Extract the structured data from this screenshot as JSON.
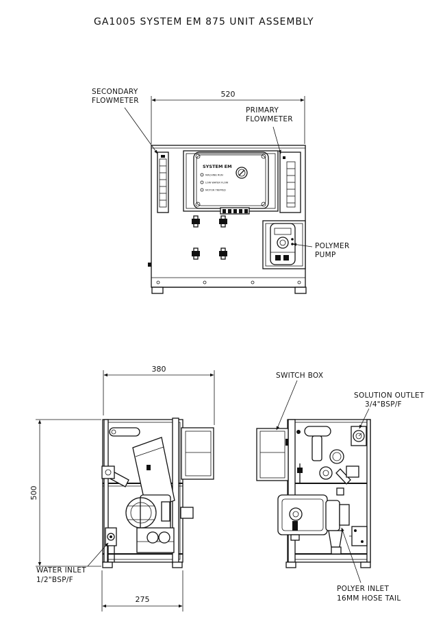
{
  "title": "GA1005 SYSTEM EM 875 UNIT ASSEMBLY",
  "front_view": {
    "width_dim": "520",
    "labels": {
      "secondary_flowmeter": [
        "SECONDARY",
        "FLOWMETER"
      ],
      "primary_flowmeter": [
        "PRIMARY",
        "FLOWMETER"
      ],
      "polymer_pump": [
        "POLYMER",
        "PUMP"
      ]
    },
    "control_panel": {
      "name": "SYSTEM EM",
      "indicators": [
        "MACHINE RUN",
        "LOW WATER FLOW",
        "MOTOR TRIPPED"
      ]
    }
  },
  "side_view_left": {
    "top_dim": "380",
    "height_dim": "500",
    "bottom_dim": "275",
    "labels": {
      "water_inlet": [
        "WATER INLET",
        "1/2\"BSP/F"
      ]
    }
  },
  "side_view_right": {
    "labels": {
      "switch_box": "SWITCH BOX",
      "solution_outlet": [
        "SOLUTION OUTLET",
        "3/4\"BSP/F"
      ],
      "polyer_inlet": [
        "POLYER INLET",
        "16MM HOSE TAIL"
      ]
    }
  }
}
